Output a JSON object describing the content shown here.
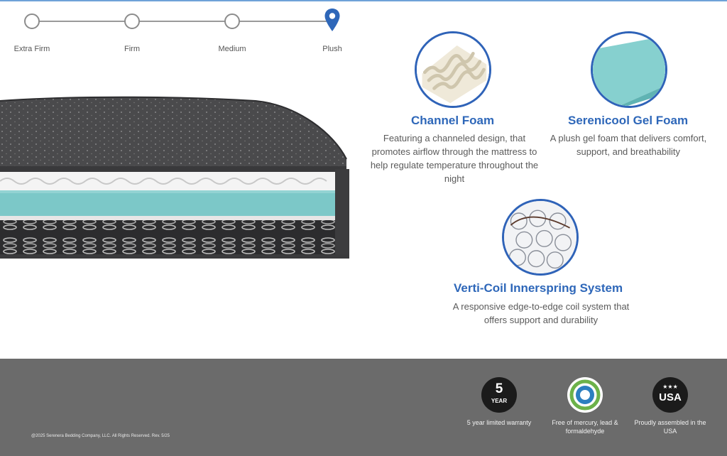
{
  "firmness_scale": {
    "stops": [
      "Extra Firm",
      "Firm",
      "Medium",
      "Plush"
    ],
    "selected": "Plush"
  },
  "features": [
    {
      "title": "Channel Foam",
      "description": "Featuring a channeled design, that promotes airflow through the mattress to help regulate temperature throughout the night",
      "icon": "channel-foam-image"
    },
    {
      "title": "Serenicool Gel Foam",
      "description": "A plush gel foam that delivers comfort, support, and breathability",
      "icon": "gel-foam-image"
    },
    {
      "title": "Verti-Coil Innerspring System",
      "description": "A responsive edge-to-edge coil system that offers support and durability",
      "icon": "coil-system-image"
    }
  ],
  "footer": {
    "copyright": "@2025 Serenera Bedding Company, LLC. All Rights Reserved. Rev. 5/25",
    "badges": [
      {
        "icon_text_top": "5",
        "icon_text_bottom": "YEAR",
        "label": "5 year limited warranty",
        "icon": "warranty-icon"
      },
      {
        "label": "Free of mercury, lead & formaldehyde",
        "icon": "certipur-icon"
      },
      {
        "icon_text_top": "★★★",
        "icon_text_bottom": "USA",
        "label": "Proudly assembled in the USA",
        "icon": "usa-icon"
      }
    ]
  },
  "colors": {
    "accent": "#2e67b9",
    "footer": "#6b6b6b",
    "gel": "#7cc8c8"
  }
}
